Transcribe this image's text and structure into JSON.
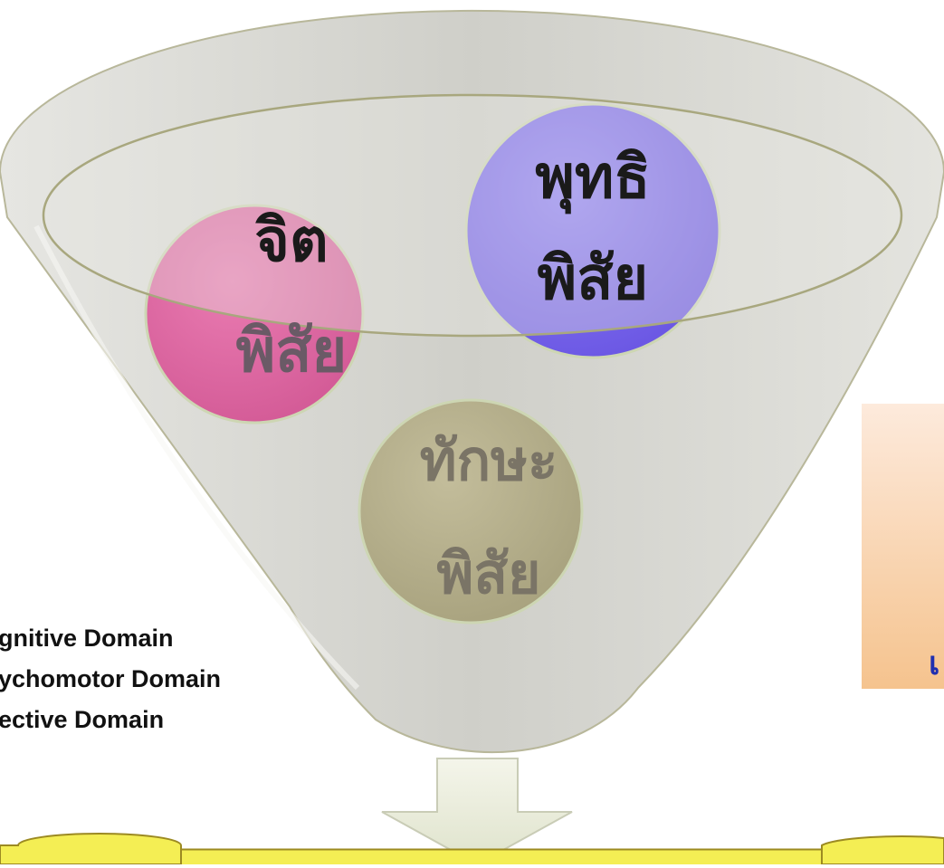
{
  "circles": {
    "cognitive": {
      "line1": "พุทธิ",
      "line2": "พิสัย",
      "color": "#7f6cf2"
    },
    "affective": {
      "line1": "จิต",
      "line2": "พิสัย",
      "color": "#e06aa5"
    },
    "psychomotor": {
      "line1": "ทักษะ",
      "line2": "พิสัย",
      "color": "#b6b08c"
    }
  },
  "domains": {
    "item_1": "gnitive Domain",
    "item_2": "ychomotor Domain",
    "item_3": "ective Domain"
  },
  "right_box": {
    "text": "เ",
    "color": "#f6c897"
  },
  "colors": {
    "funnel": "#d8d8d2",
    "banner": "#f4ee54",
    "banner_border": "#9c8a22",
    "arrow": "#e9ecd9"
  }
}
